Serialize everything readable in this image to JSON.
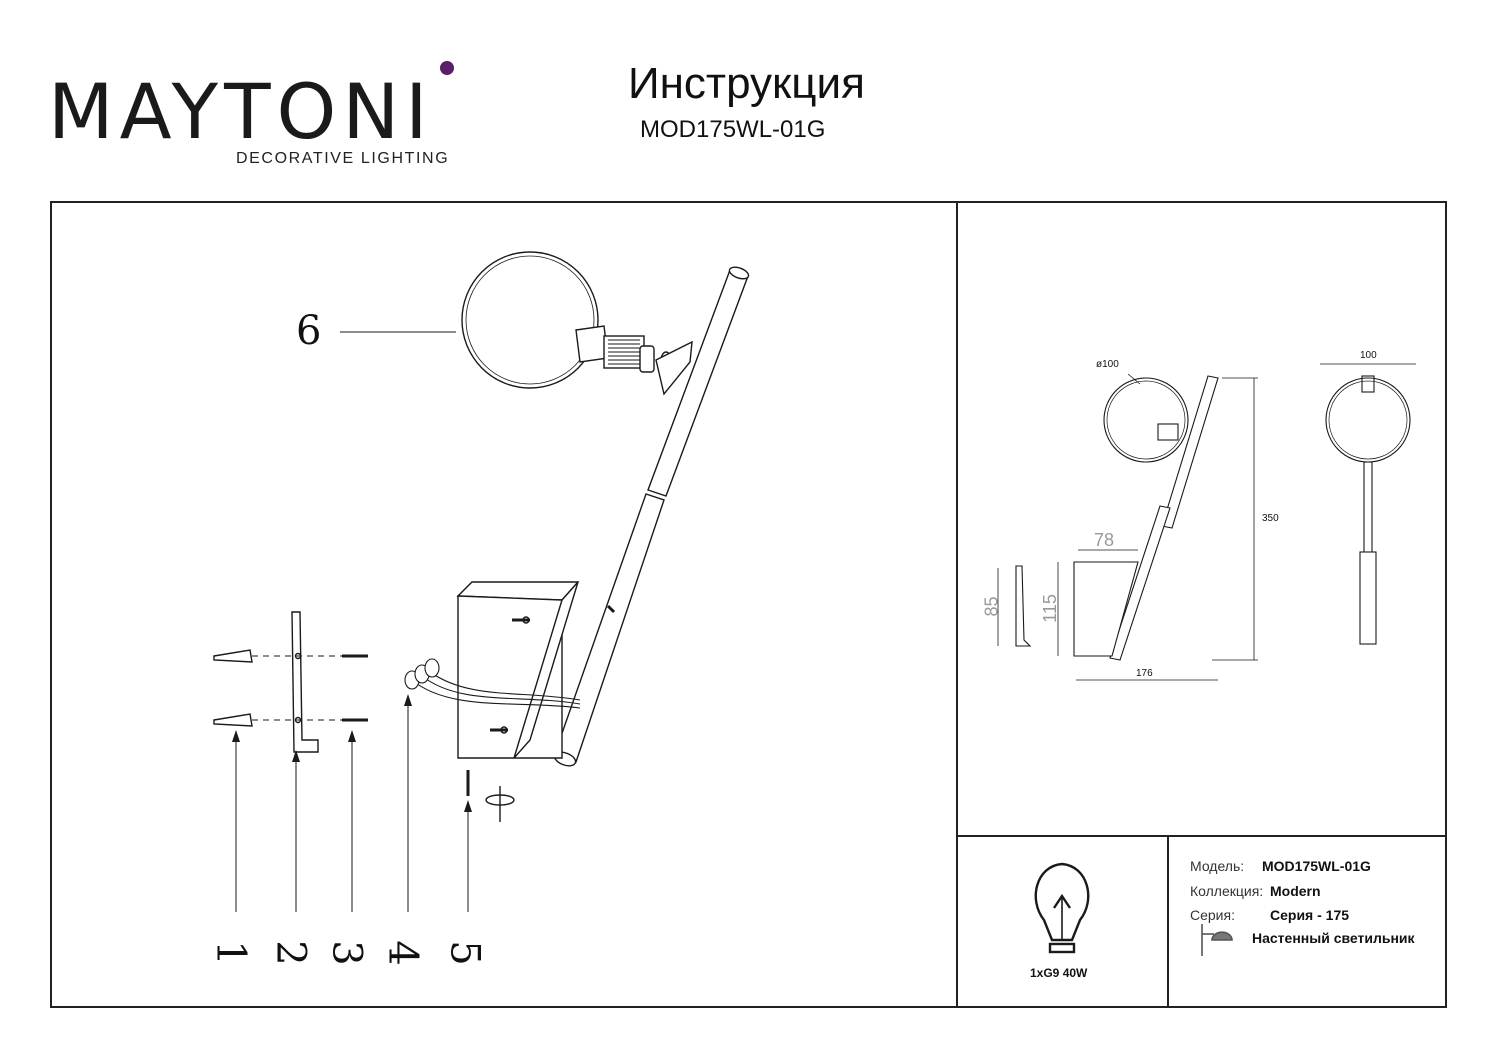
{
  "brand": {
    "name": "MAYTONI",
    "tagline": "DECORATIVE LIGHTING",
    "accent_color": "#5a1f66"
  },
  "header": {
    "title": "Инструкция",
    "model": "MOD175WL-01G"
  },
  "assembly": {
    "part_numbers": [
      "1",
      "2",
      "3",
      "4",
      "5",
      "6"
    ]
  },
  "dimensions": {
    "diameter": "ø100",
    "width_front": "100",
    "height_total": "350",
    "depth_base": "78",
    "height_base": "115",
    "height_bracket": "85",
    "depth_total": "176"
  },
  "spec": {
    "model_label": "Модель:",
    "model_value": "MOD175WL-01G",
    "collection_label": "Коллекция:",
    "collection_value": "Modern",
    "series_label": "Серия:",
    "series_value": "Серия - 175",
    "type_value": "Настенный светильник",
    "lamp": "1xG9 40W",
    "icons": [
      "lightbulb-icon",
      "wall-lamp-icon"
    ]
  }
}
